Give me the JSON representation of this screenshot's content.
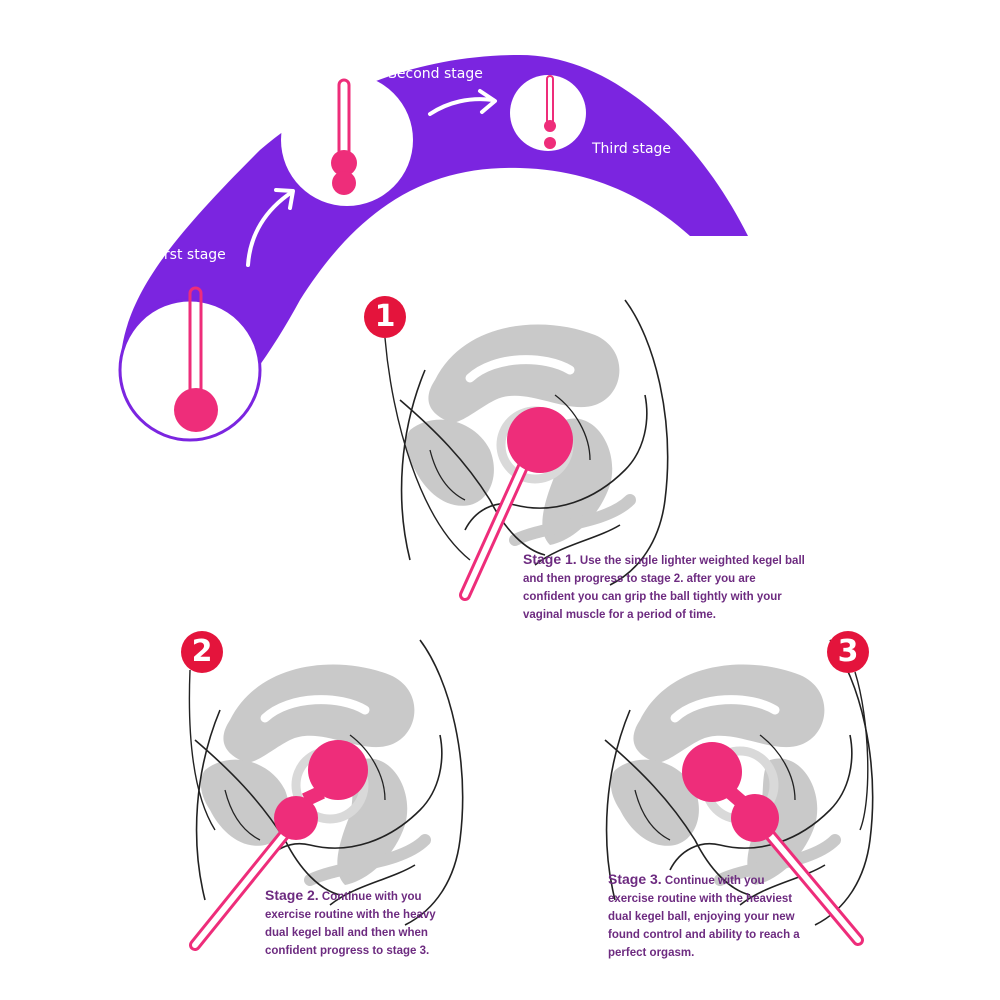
{
  "arc": {
    "color": "#7b25e0",
    "first_label": "First stage",
    "second_label": "Second stage",
    "third_label": "Third stage"
  },
  "colors": {
    "ball": "#ee2d7a",
    "badge": "#e4143c",
    "caption": "#6d2b80",
    "anatomy_gray": "#c9c9c9"
  },
  "stages": [
    {
      "number": "1",
      "title": "Stage 1.",
      "text": "Use the single lighter weighted kegel ball and then progress to stage 2. after you are confident you can grip the ball tightly with your vaginal muscle for a period of time."
    },
    {
      "number": "2",
      "title": "Stage 2.",
      "text": "Continue with you exercise routine with the heavy dual kegel ball and then when confident progress to stage 3."
    },
    {
      "number": "3",
      "title": "Stage 3.",
      "text": "Continue with you exercise routine with the heaviest dual kegel ball, enjoying your new found control and ability to reach a perfect orgasm."
    }
  ]
}
